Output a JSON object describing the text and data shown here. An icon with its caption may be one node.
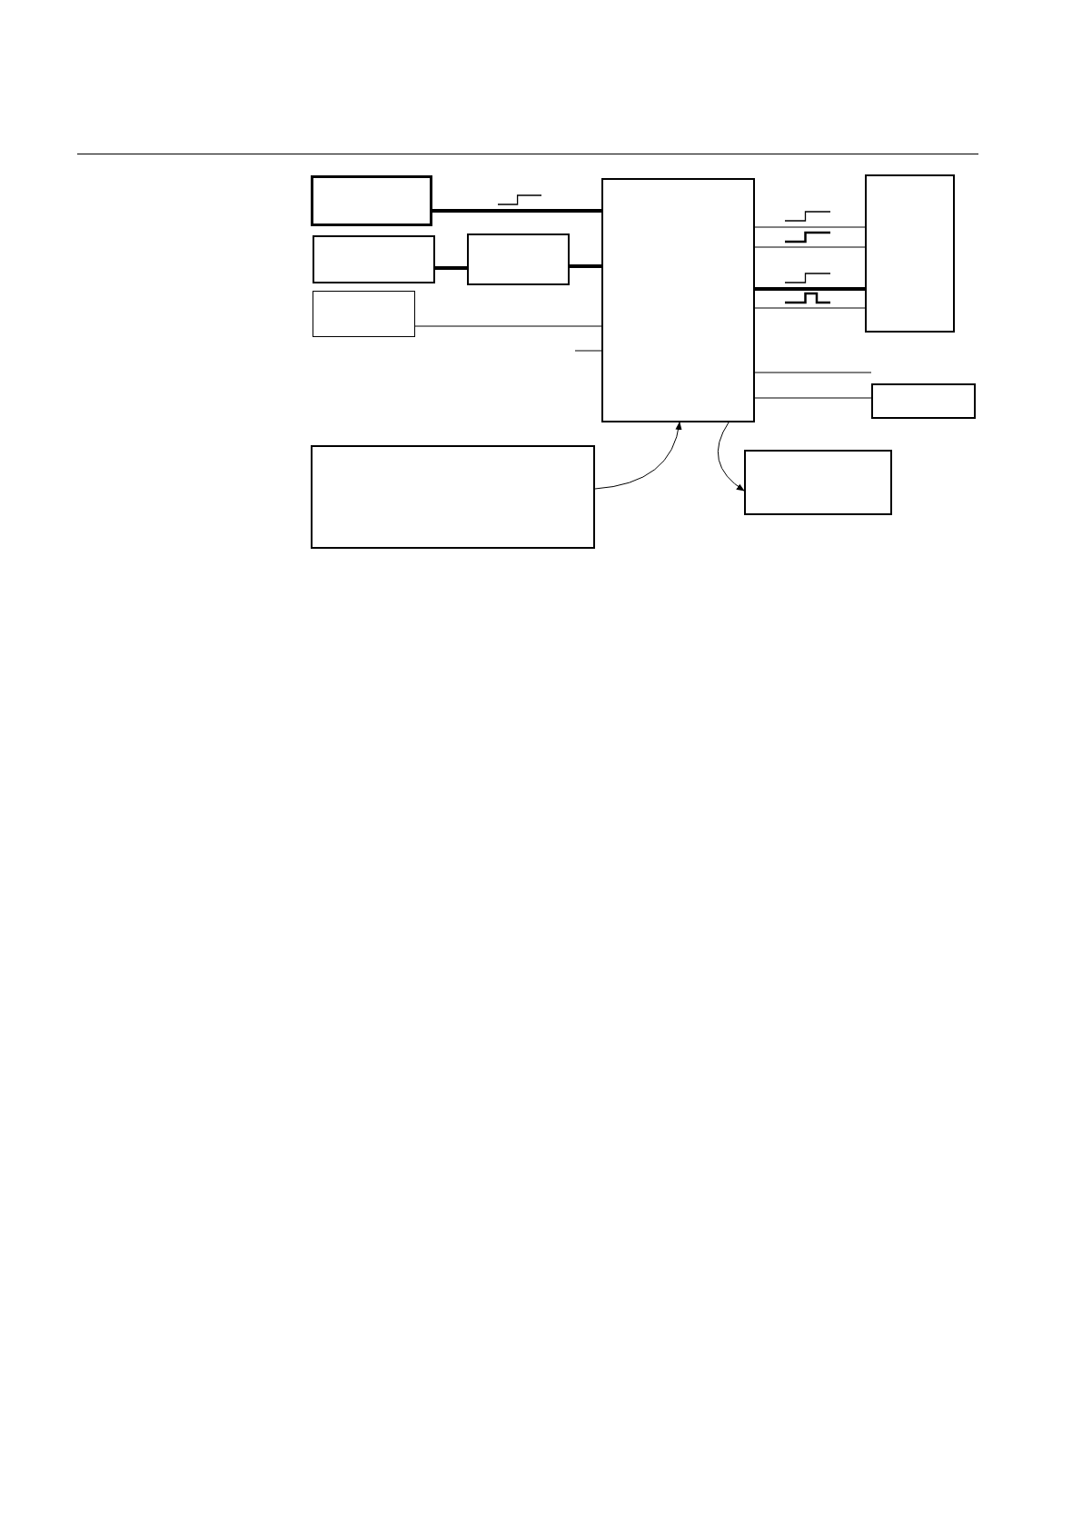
{
  "diagram": {
    "nodes": [
      {
        "text": [],
        "shape": "box"
      },
      {
        "text": [],
        "shape": "box"
      },
      {
        "text": [],
        "shape": "box"
      },
      {
        "text": [],
        "shape": "box"
      },
      {
        "text": [],
        "shape": "box"
      },
      {
        "text": [],
        "shape": "box"
      },
      {
        "text": [],
        "shape": "box"
      },
      {
        "text": [],
        "shape": "box"
      },
      {
        "text": [],
        "shape": "box"
      }
    ],
    "edges": [
      {
        "from": 0,
        "to": 4,
        "arrow": "none",
        "style": "thick"
      },
      {
        "from": 1,
        "to": 2,
        "arrow": "none",
        "style": "thick"
      },
      {
        "from": 2,
        "to": 4,
        "arrow": "none",
        "style": "thick"
      },
      {
        "from": 3,
        "to": 4,
        "arrow": "none"
      },
      {
        "from": null,
        "to": 4,
        "arrow": "none"
      },
      {
        "from": 4,
        "to": 5,
        "arrow": "none"
      },
      {
        "from": 4,
        "to": 5,
        "arrow": "none"
      },
      {
        "from": 4,
        "to": 5,
        "arrow": "none",
        "style": "thick"
      },
      {
        "from": 4,
        "to": 5,
        "arrow": "none"
      },
      {
        "from": 4,
        "to": 6,
        "arrow": "none"
      },
      {
        "from": 4,
        "to": 6,
        "arrow": "none"
      },
      {
        "from": 7,
        "to": 4,
        "arrow": "to"
      },
      {
        "from": 4,
        "to": 8,
        "arrow": "to"
      }
    ]
  }
}
